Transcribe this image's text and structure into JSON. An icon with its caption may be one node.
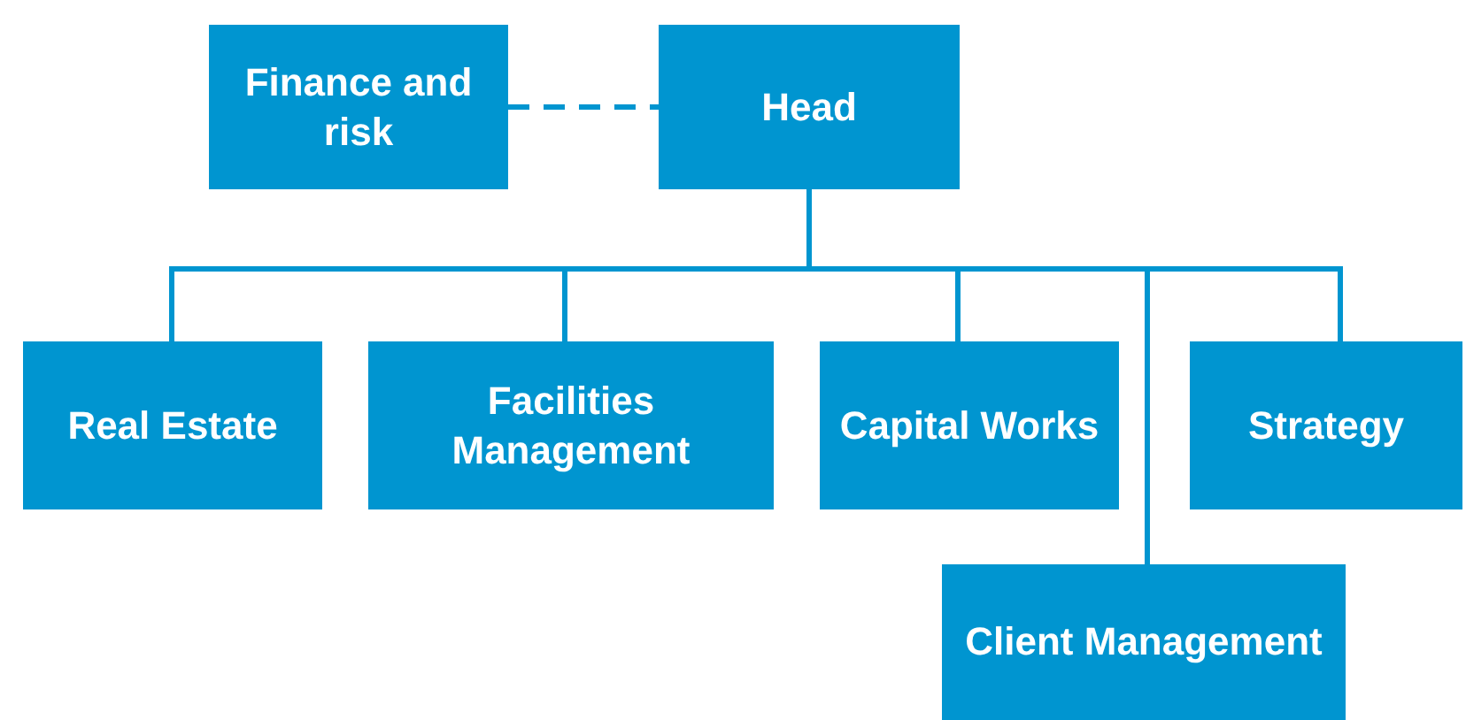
{
  "diagram": {
    "nodes": [
      {
        "text": [
          "Finance and risk"
        ]
      },
      {
        "text": [
          "Head"
        ]
      },
      {
        "text": [
          "Real Estate"
        ]
      },
      {
        "text": [
          "Facilities Management"
        ]
      },
      {
        "text": [
          "Capital Works"
        ]
      },
      {
        "text": [
          "Strategy"
        ]
      },
      {
        "text": [
          "Client Management"
        ]
      }
    ],
    "edges": [
      {
        "from": 0,
        "to": 1,
        "arrow": "none",
        "style": "dashed"
      },
      {
        "from": 1,
        "to": 2,
        "arrow": "none"
      },
      {
        "from": 1,
        "to": 3,
        "arrow": "none"
      },
      {
        "from": 1,
        "to": 4,
        "arrow": "none"
      },
      {
        "from": 1,
        "to": 5,
        "arrow": "none"
      },
      {
        "from": 1,
        "to": 6,
        "arrow": "none"
      }
    ]
  }
}
